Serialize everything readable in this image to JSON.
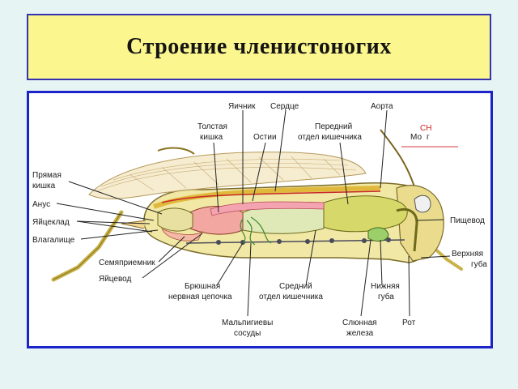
{
  "title": "Строение членистоногих",
  "labels": {
    "ovary": "Яичник",
    "heart": "Сердце",
    "aorta": "Аорта",
    "colon_1": "Толстая",
    "colon_2": "кишка",
    "ostia": "Остии",
    "foregut_1": "Передний",
    "foregut_2": "отдел кишечника",
    "brain_prefix": "Мо",
    "brain_suffix": "г",
    "brain_overlay": "СН",
    "rectum_1": "Прямая",
    "rectum_2": "кишка",
    "anus": "Анус",
    "ovipositor": "Яйцеклад",
    "vagina": "Влагалище",
    "spermatheca": "Семяприемник",
    "oviduct": "Яйцевод",
    "esophagus": "Пищевод",
    "upper_lip_1": "Верхняя",
    "upper_lip_2": "губа",
    "nerve_cord_1": "Брюшная",
    "nerve_cord_2": "нервная цепочка",
    "midgut_1": "Средний",
    "midgut_2": "отдел кишечника",
    "lower_lip_1": "Нижняя",
    "lower_lip_2": "губа",
    "malpighian_1": "Мальпигиевы",
    "malpighian_2": "сосуды",
    "salivary_1": "Слюнная",
    "salivary_2": "железа",
    "mouth": "Рот"
  }
}
